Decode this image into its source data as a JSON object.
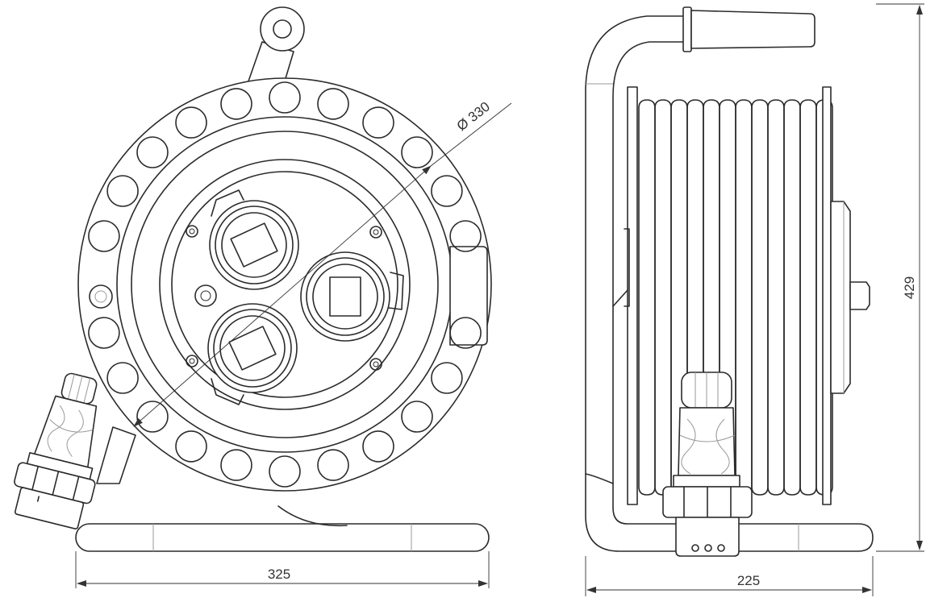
{
  "dimensions": {
    "diameter": "Ø 330",
    "width_front": "325",
    "width_side": "225",
    "height": "429"
  }
}
